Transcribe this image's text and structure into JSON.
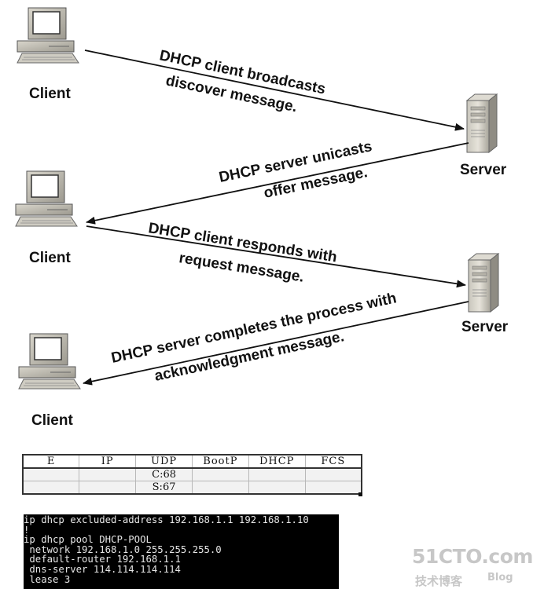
{
  "diagram": {
    "nodes": {
      "client_1": "Client",
      "client_2": "Client",
      "client_3": "Client",
      "server_1": "Server",
      "server_2": "Server"
    },
    "messages": [
      {
        "line1": "DHCP client broadcasts",
        "line2": "discover message."
      },
      {
        "line1": "DHCP server unicasts",
        "line2": "offer message."
      },
      {
        "line1": "DHCP client responds with",
        "line2": "request message."
      },
      {
        "line1": "DHCP server completes the process with",
        "line2": "acknowledgment message."
      }
    ]
  },
  "packet_table": {
    "headers": [
      "E",
      "IP",
      "UDP",
      "BootP",
      "DHCP",
      "FCS"
    ],
    "rows": [
      [
        "",
        "",
        "C:68",
        "",
        "",
        ""
      ],
      [
        "",
        "",
        "S:67",
        "",
        "",
        ""
      ]
    ]
  },
  "terminal": {
    "lines": [
      "ip dhcp excluded-address 192.168.1.1 192.168.1.10",
      "!",
      "ip dhcp pool DHCP-POOL",
      " network 192.168.1.0 255.255.255.0",
      " default-router 192.168.1.1",
      " dns-server 114.114.114.114",
      " lease 3"
    ]
  },
  "watermark": {
    "main": "51CTO.com",
    "sub": "技术博客",
    "blog": "Blog"
  },
  "colors": {
    "arrow": "#111111",
    "terminal_bg": "#000000",
    "terminal_fg": "#e6e6e6",
    "watermark": "#c7c7c7"
  },
  "icons": {
    "client": "desktop-computer-icon",
    "server": "tower-server-icon"
  }
}
